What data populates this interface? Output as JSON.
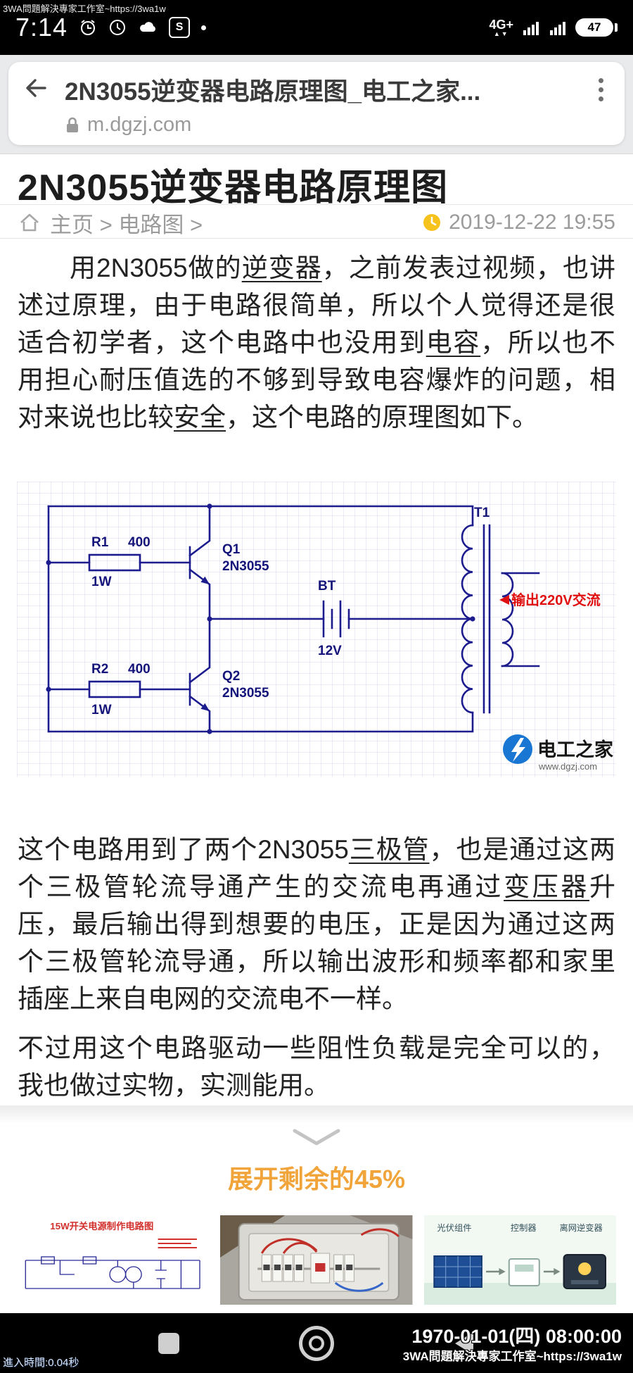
{
  "watermark": {
    "top": "3WA問題解決專家工作室~https://3wa1w",
    "datetime": "1970-01-01(四) 08:00:00",
    "studio": "3WA問題解決專家工作室~https://3wa1w",
    "load_time": "進入時間:0.04秒"
  },
  "status_bar": {
    "time": "7:14",
    "s_badge": "S",
    "network_type": "4G+",
    "battery_level": "47"
  },
  "browser": {
    "page_title": "2N3055逆变器电路原理图_电工之家...",
    "domain": "m.dgzj.com"
  },
  "article": {
    "heading": "2N3055逆变器电路原理图",
    "breadcrumb": "主页 > 电路图 >",
    "published": "2019-12-22 19:55",
    "paragraphs": [
      {
        "segments": [
          {
            "t": "用2N3055做的"
          },
          {
            "t": "逆变器",
            "link": true
          },
          {
            "t": "，之前发表过视频，也讲述过原理，由于电路很简单，所以个人觉得还是很适合初学者，这个电路中也没用到"
          },
          {
            "t": "电容",
            "link": true
          },
          {
            "t": "，所以也不用担心耐压值选的不够到导致电容爆炸的问题，相对来说也比较"
          },
          {
            "t": "安全",
            "link": true
          },
          {
            "t": "，这个电路的原理图如下。"
          }
        ]
      },
      {
        "segments": [
          {
            "t": "这个电路用到了两个2N3055"
          },
          {
            "t": "三极管",
            "link": true
          },
          {
            "t": "，也是通过这两个三极管轮流导通产生的交流电再通过"
          },
          {
            "t": "变压器",
            "link": true
          },
          {
            "t": "升压，最后输出得到想要的电压，正是因为通过这两个三极管轮流导通，所以输出波形和频率都和家里插座上来自电网的交流电不一样。"
          }
        ]
      },
      {
        "segments": [
          {
            "t": "不过用这个电路驱动一些阻性负载是完全可以的，我也做过实物，实测能用。"
          }
        ]
      }
    ],
    "expand_label": "展开剩余的45%"
  },
  "schematic": {
    "r1": "R1",
    "r1_value": "400",
    "r1_power": "1W",
    "q1": "Q1",
    "q1_model": "2N3055",
    "r2": "R2",
    "r2_value": "400",
    "r2_power": "1W",
    "q2": "Q2",
    "q2_model": "2N3055",
    "battery": "BT",
    "battery_voltage": "12V",
    "transformer": "T1",
    "output_label": "输出220V交流",
    "logo_text": "电工之家",
    "logo_site": "www.dgzj.com"
  },
  "thumbnails": {
    "first_title": "15W开关电源制作电路图",
    "solar_labels": [
      "光伏组件",
      "控制器",
      "离网逆变器"
    ]
  },
  "colors": {
    "accent_orange": "#f0a43a",
    "wire_navy": "#1c1c8f",
    "output_red": "#e01010",
    "logo_blue": "#1976d2"
  }
}
